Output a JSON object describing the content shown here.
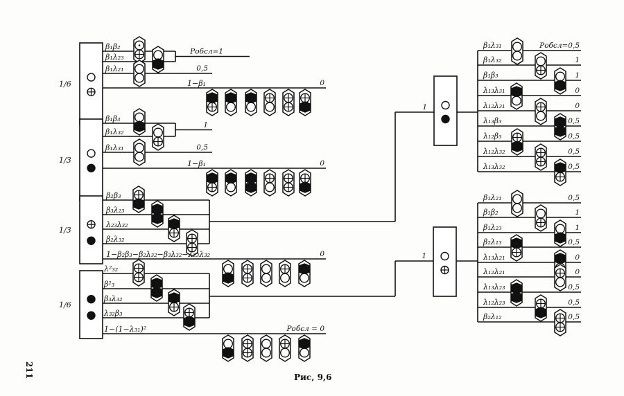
{
  "figure": {
    "caption": "Рис, 9,6",
    "page_number": "211"
  },
  "left_groups": [
    {
      "weight": "1/6",
      "state": [
        "white",
        "cross"
      ],
      "branches": [
        {
          "label": "β₁β₂",
          "token": [
            "dot",
            "cross"
          ],
          "merge": "A"
        },
        {
          "label": "β₁λ₂₃",
          "token": [
            "white",
            "black"
          ],
          "merge": "A"
        },
        {
          "label": "β₁λ₂₁",
          "token": [
            "white",
            "white"
          ],
          "out": "0,5"
        },
        {
          "label": "1−β₁",
          "out": "0"
        }
      ],
      "merge_out": "Pобсл=1",
      "final_tokens": [
        [
          "black",
          "cross"
        ],
        [
          "black",
          "white"
        ],
        [
          "black",
          "white"
        ],
        [
          "cross",
          "white"
        ],
        [
          "cross",
          "cross"
        ],
        [
          "cross",
          "black"
        ]
      ]
    },
    {
      "weight": "1/3",
      "state": [
        "white",
        "black"
      ],
      "branches": [
        {
          "label": "β₁β₃",
          "token": [
            "white",
            "black"
          ],
          "merge": "A"
        },
        {
          "label": "β₁λ₃₂",
          "token": [
            "white",
            "cross"
          ],
          "merge": "A"
        },
        {
          "label": "β₁λ₃₁",
          "token": [
            "white",
            "white"
          ],
          "out": "0,5"
        },
        {
          "label": "1−β₁",
          "out": "0"
        }
      ],
      "merge_out": "1",
      "final_tokens": [
        [
          "black",
          "cross"
        ],
        [
          "black",
          "white"
        ],
        [
          "black",
          "black"
        ],
        [
          "cross",
          "white"
        ],
        [
          "cross",
          "cross"
        ],
        [
          "cross",
          "black"
        ]
      ]
    },
    {
      "weight": "1/3",
      "state": [
        "cross",
        "black"
      ],
      "branches": [
        {
          "label": "β₂β₃",
          "token": [
            "cross",
            "black"
          ]
        },
        {
          "label": "β₃λ₂₃",
          "token": [
            "black",
            "black"
          ]
        },
        {
          "label": "λ₂₃λ₃₂",
          "token": [
            "black",
            "cross"
          ]
        },
        {
          "label": "β₂λ₃₂",
          "token": [
            "cross",
            "cross"
          ]
        },
        {
          "label": "1−β₂β₃−β₂λ₃₂−β₃λ₃₂−λ₂₃λ₃₂",
          "out": "0"
        }
      ],
      "final_tokens": [
        [
          "white",
          "black"
        ],
        [
          "cross",
          "cross"
        ],
        [
          "white",
          "white"
        ],
        [
          "cross",
          "white"
        ],
        [
          "black",
          "white"
        ]
      ]
    },
    {
      "weight": "1/6",
      "state": [
        "black",
        "black"
      ],
      "branches": [
        {
          "label": "λ²₃₂",
          "token": [
            "cross",
            "cross"
          ]
        },
        {
          "label": "β²₃",
          "token": [
            "black",
            "black"
          ]
        },
        {
          "label": "β₃λ₃₂",
          "token": [
            "black",
            "cross"
          ]
        },
        {
          "label": "λ₃₂β₃",
          "token": [
            "cross",
            "black"
          ]
        },
        {
          "label": "1−(1−λ₃₁)²",
          "out": "Pобсл = 0"
        }
      ],
      "final_tokens": [
        [
          "white",
          "black"
        ],
        [
          "cross",
          "cross"
        ],
        [
          "white",
          "white"
        ],
        [
          "cross",
          "white"
        ],
        [
          "black",
          "white"
        ]
      ]
    }
  ],
  "right_groups": [
    {
      "weight": "1",
      "state": [
        "white",
        "black"
      ],
      "branches": [
        {
          "label": "β₁λ₃₁",
          "token": [
            "white",
            "white"
          ],
          "out": "Pобсл=0,5"
        },
        {
          "label": "β₁λ₃₂",
          "token": [
            "white",
            "cross"
          ],
          "out": "1"
        },
        {
          "label": "β₁β₃",
          "token": [
            "white",
            "black"
          ],
          "out": "1"
        },
        {
          "label": "λ₁₃λ₃₁",
          "token": [
            "black",
            "white"
          ],
          "out": "0"
        },
        {
          "label": "λ₁₂λ₃₁",
          "token": [
            "cross",
            "white"
          ],
          "out": "0"
        },
        {
          "label": "λ₁₃β₃",
          "token": [
            "black",
            "black"
          ],
          "out": "0,5"
        },
        {
          "label": "λ₁₂β₃",
          "token": [
            "cross",
            "black"
          ],
          "out": "0,5"
        },
        {
          "label": "λ₁₂λ₃₂",
          "token": [
            "cross",
            "cross"
          ],
          "out": "0,5"
        },
        {
          "label": "λ₁₃λ₃₂",
          "token": [
            "black",
            "cross"
          ],
          "out": "0,5"
        }
      ]
    },
    {
      "weight": "1",
      "state": [
        "white",
        "cross"
      ],
      "branches": [
        {
          "label": "β₁λ₂₁",
          "token": [
            "white",
            "white"
          ],
          "out": "0,5"
        },
        {
          "label": "β₁β₂",
          "token": [
            "white",
            "cross"
          ],
          "out": "1"
        },
        {
          "label": "β₁λ₂₃",
          "token": [
            "white",
            "black"
          ],
          "out": "1"
        },
        {
          "label": "β₂λ₁₃",
          "token": [
            "black",
            "cross"
          ],
          "out": "0,5"
        },
        {
          "label": "λ₁₃λ₂₁",
          "token": [
            "black",
            "white"
          ],
          "out": "0"
        },
        {
          "label": "λ₁₂λ₂₁",
          "token": [
            "cross",
            "white"
          ],
          "out": "0"
        },
        {
          "label": "λ₁₃λ₂₃",
          "token": [
            "black",
            "black"
          ],
          "out": "0,5"
        },
        {
          "label": "λ₁₂λ₂₃",
          "token": [
            "cross",
            "black"
          ],
          "out": "0,5"
        },
        {
          "label": "β₂λ₁₂",
          "token": [
            "cross",
            "cross"
          ],
          "out": "0,5"
        }
      ]
    }
  ]
}
